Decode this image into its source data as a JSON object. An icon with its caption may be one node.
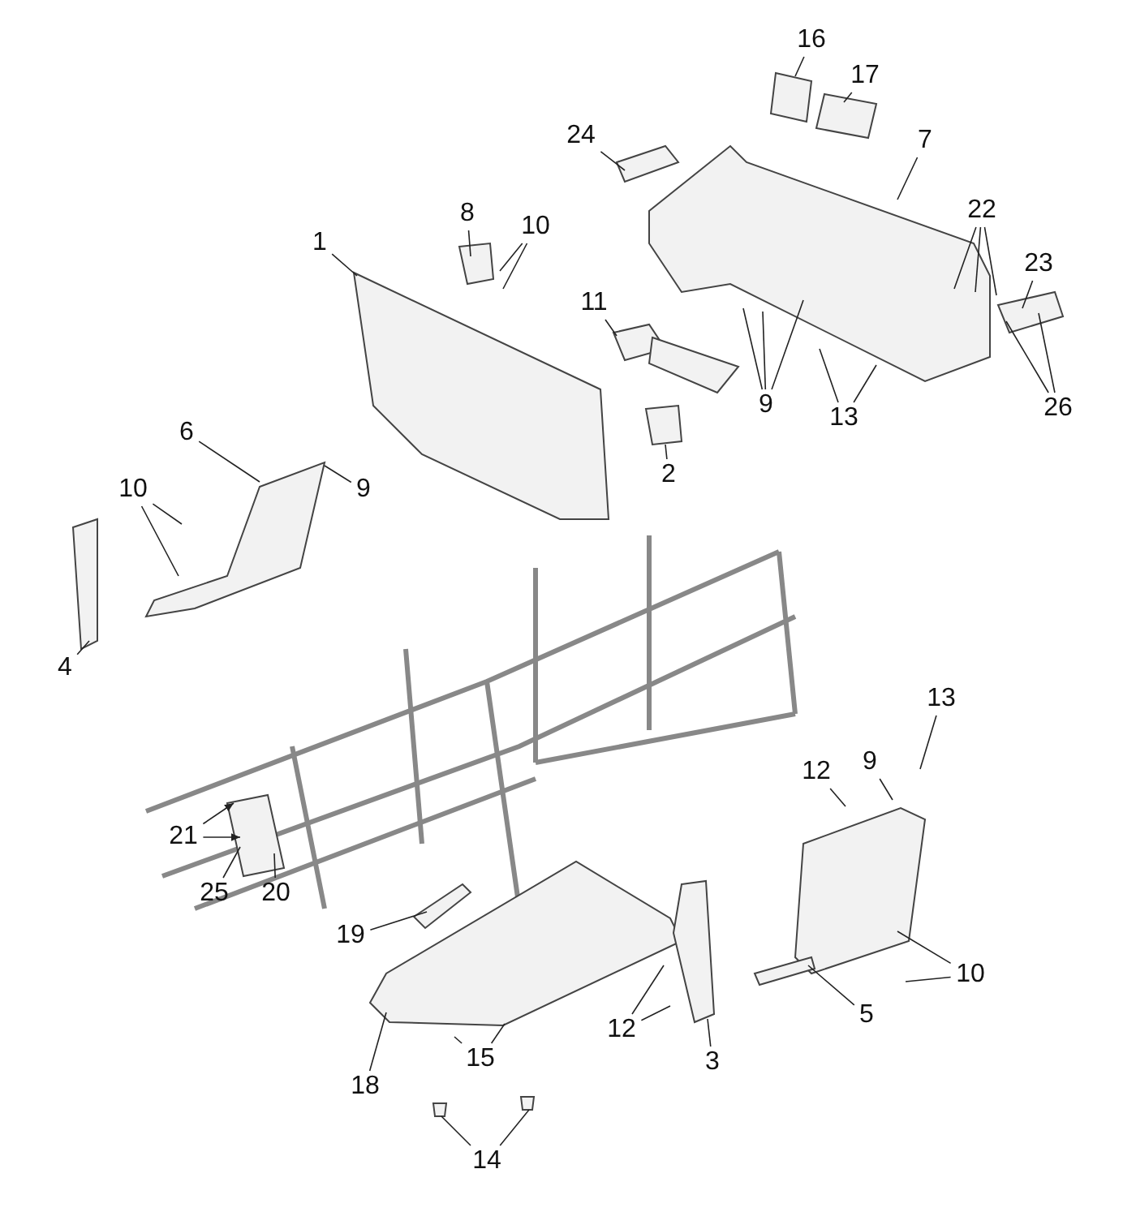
{
  "diagram": {
    "nodes": [
      {
        "text": [
          "16"
        ]
      },
      {
        "text": [
          "17"
        ]
      },
      {
        "text": [
          "24"
        ]
      },
      {
        "text": [
          "7"
        ]
      },
      {
        "text": [
          "8"
        ]
      },
      {
        "text": [
          "10"
        ]
      },
      {
        "text": [
          "1"
        ]
      },
      {
        "text": [
          "22"
        ]
      },
      {
        "text": [
          "11"
        ]
      },
      {
        "text": [
          "23"
        ]
      },
      {
        "text": [
          "9"
        ]
      },
      {
        "text": [
          "13"
        ]
      },
      {
        "text": [
          "26"
        ]
      },
      {
        "text": [
          "2"
        ]
      },
      {
        "text": [
          "6"
        ]
      },
      {
        "text": [
          "9"
        ]
      },
      {
        "text": [
          "10"
        ]
      },
      {
        "text": [
          "4"
        ]
      },
      {
        "text": [
          "13"
        ]
      },
      {
        "text": [
          "12"
        ]
      },
      {
        "text": [
          "9"
        ]
      },
      {
        "text": [
          "21"
        ]
      },
      {
        "text": [
          "25"
        ]
      },
      {
        "text": [
          "20"
        ]
      },
      {
        "text": [
          "19"
        ]
      },
      {
        "text": [
          "10"
        ]
      },
      {
        "text": [
          "12"
        ]
      },
      {
        "text": [
          "5"
        ]
      },
      {
        "text": [
          "15"
        ]
      },
      {
        "text": [
          "18"
        ]
      },
      {
        "text": [
          "3"
        ]
      },
      {
        "text": [
          "14"
        ]
      }
    ],
    "edges": [
      {
        "from": 0,
        "to": null,
        "arrow": "none"
      },
      {
        "from": 1,
        "to": null,
        "arrow": "none"
      },
      {
        "from": 2,
        "to": null,
        "arrow": "none"
      },
      {
        "from": 3,
        "to": null,
        "arrow": "none"
      },
      {
        "from": 4,
        "to": null,
        "arrow": "none"
      },
      {
        "from": 5,
        "to": null,
        "arrow": "none"
      },
      {
        "from": 5,
        "to": null,
        "arrow": "none"
      },
      {
        "from": 6,
        "to": null,
        "arrow": "none"
      },
      {
        "from": 7,
        "to": null,
        "arrow": "none"
      },
      {
        "from": 7,
        "to": null,
        "arrow": "none"
      },
      {
        "from": 7,
        "to": null,
        "arrow": "none"
      },
      {
        "from": 8,
        "to": null,
        "arrow": "none"
      },
      {
        "from": 9,
        "to": null,
        "arrow": "none"
      },
      {
        "from": 10,
        "to": null,
        "arrow": "none"
      },
      {
        "from": 10,
        "to": null,
        "arrow": "none"
      },
      {
        "from": 10,
        "to": null,
        "arrow": "none"
      },
      {
        "from": 11,
        "to": null,
        "arrow": "none"
      },
      {
        "from": 11,
        "to": null,
        "arrow": "none"
      },
      {
        "from": 12,
        "to": null,
        "arrow": "none"
      },
      {
        "from": 12,
        "to": null,
        "arrow": "none"
      },
      {
        "from": 13,
        "to": null,
        "arrow": "none"
      },
      {
        "from": 14,
        "to": null,
        "arrow": "none"
      },
      {
        "from": 15,
        "to": null,
        "arrow": "none"
      },
      {
        "from": 16,
        "to": null,
        "arrow": "none"
      },
      {
        "from": 16,
        "to": null,
        "arrow": "none"
      },
      {
        "from": 17,
        "to": null,
        "arrow": "none"
      },
      {
        "from": 18,
        "to": null,
        "arrow": "none"
      },
      {
        "from": 19,
        "to": null,
        "arrow": "none"
      },
      {
        "from": 20,
        "to": null,
        "arrow": "none"
      },
      {
        "from": 21,
        "to": null,
        "arrow": "to"
      },
      {
        "from": 21,
        "to": null,
        "arrow": "to"
      },
      {
        "from": 22,
        "to": null,
        "arrow": "none"
      },
      {
        "from": 23,
        "to": null,
        "arrow": "none"
      },
      {
        "from": 24,
        "to": null,
        "arrow": "none"
      },
      {
        "from": 25,
        "to": null,
        "arrow": "none"
      },
      {
        "from": 25,
        "to": null,
        "arrow": "none"
      },
      {
        "from": 26,
        "to": null,
        "arrow": "none"
      },
      {
        "from": 26,
        "to": null,
        "arrow": "none"
      },
      {
        "from": 27,
        "to": null,
        "arrow": "none"
      },
      {
        "from": 28,
        "to": null,
        "arrow": "none"
      },
      {
        "from": 28,
        "to": null,
        "arrow": "none"
      },
      {
        "from": 29,
        "to": null,
        "arrow": "none"
      },
      {
        "from": 30,
        "to": null,
        "arrow": "none"
      },
      {
        "from": 31,
        "to": null,
        "arrow": "none"
      },
      {
        "from": 31,
        "to": null,
        "arrow": "none"
      }
    ]
  }
}
